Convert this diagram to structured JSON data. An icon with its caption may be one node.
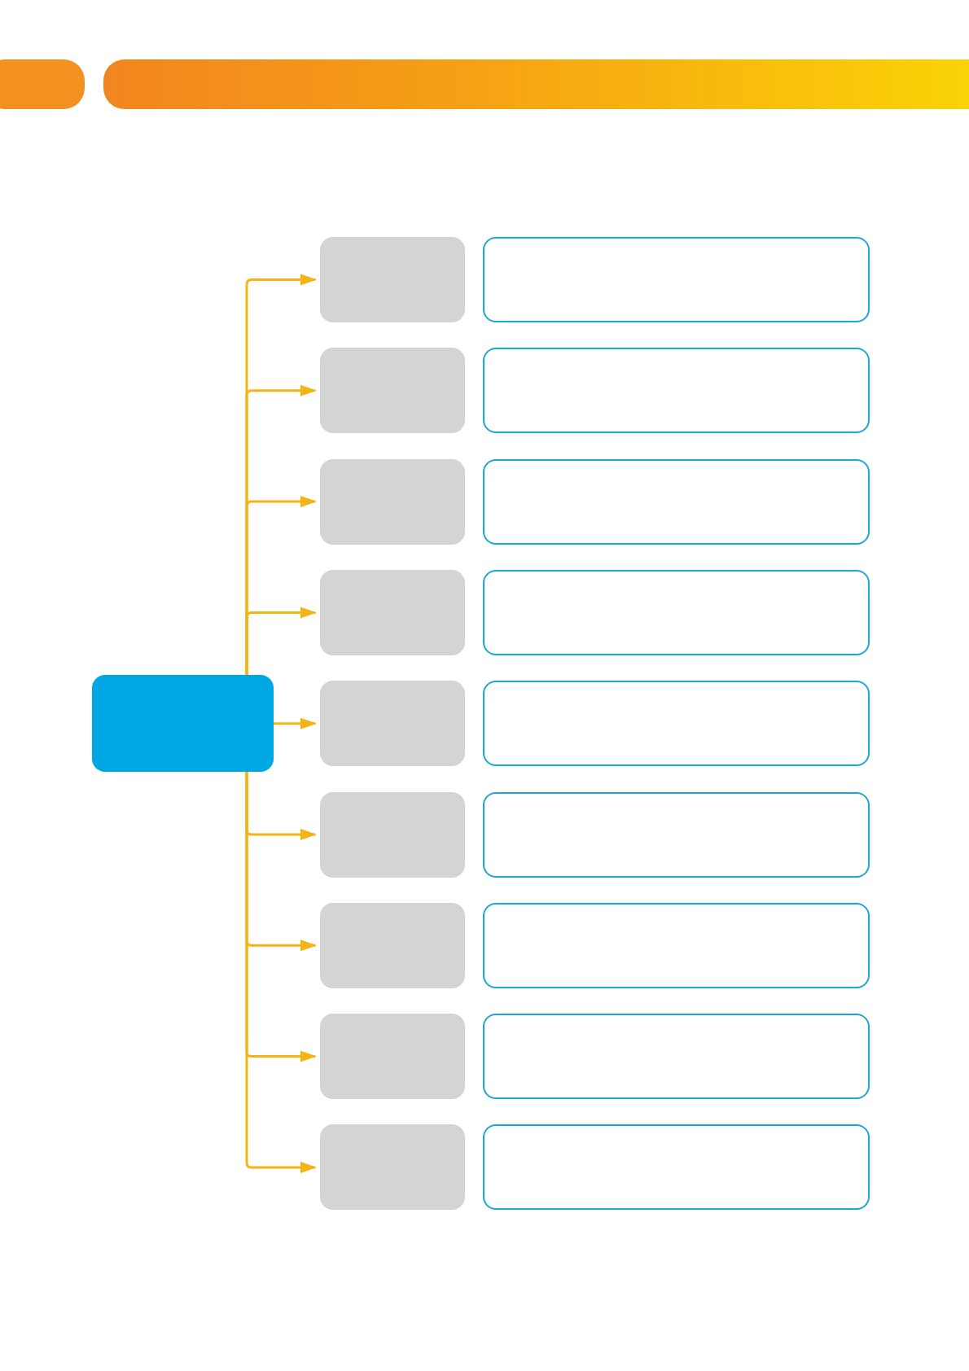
{
  "diagram": {
    "nodes": [
      {
        "text": [],
        "shape": "box"
      },
      {
        "text": [],
        "shape": "box"
      },
      {
        "text": [],
        "shape": "box"
      },
      {
        "text": [],
        "shape": "box"
      },
      {
        "text": [],
        "shape": "box"
      },
      {
        "text": [],
        "shape": "box"
      },
      {
        "text": [],
        "shape": "box"
      },
      {
        "text": [],
        "shape": "box"
      },
      {
        "text": [],
        "shape": "box"
      },
      {
        "text": [],
        "shape": "box"
      },
      {
        "text": [],
        "shape": "box"
      },
      {
        "text": [],
        "shape": "box"
      },
      {
        "text": [],
        "shape": "box"
      },
      {
        "text": [],
        "shape": "box"
      },
      {
        "text": [],
        "shape": "box"
      },
      {
        "text": [],
        "shape": "box"
      },
      {
        "text": [],
        "shape": "box"
      },
      {
        "text": [],
        "shape": "box"
      },
      {
        "text": [],
        "shape": "box"
      }
    ],
    "edges": [
      {
        "from": 0,
        "to": 1,
        "arrow": "to"
      },
      {
        "from": 0,
        "to": 2,
        "arrow": "to"
      },
      {
        "from": 0,
        "to": 3,
        "arrow": "to"
      },
      {
        "from": 0,
        "to": 4,
        "arrow": "to"
      },
      {
        "from": 0,
        "to": 5,
        "arrow": "to"
      },
      {
        "from": 0,
        "to": 6,
        "arrow": "to"
      },
      {
        "from": 0,
        "to": 7,
        "arrow": "to"
      },
      {
        "from": 0,
        "to": 8,
        "arrow": "to"
      },
      {
        "from": 0,
        "to": 9,
        "arrow": "to"
      }
    ]
  }
}
